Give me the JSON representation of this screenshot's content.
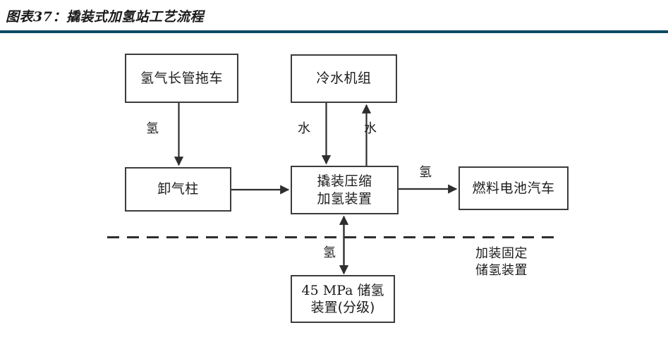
{
  "title": {
    "text": "图表37：撬装式加氢站工艺流程",
    "rule_color": "#0b4a63"
  },
  "diagram": {
    "type": "flowchart",
    "stroke_color": "#3c3c3c",
    "text_color": "#1c1c1c",
    "nodes": [
      {
        "id": "tube-trailer",
        "label": "氢气长管拖车"
      },
      {
        "id": "chiller",
        "label": "冷水机组"
      },
      {
        "id": "unloading",
        "label": "卸气柱"
      },
      {
        "id": "skid",
        "label_line1": "撬装压缩",
        "label_line2": "加氢装置"
      },
      {
        "id": "vehicle",
        "label": "燃料电池汽车"
      },
      {
        "id": "storage",
        "label_line1_num": "45 MPa ",
        "label_line1_cn": "储氢",
        "label_line2": "装置(分级)"
      }
    ],
    "edges": [
      {
        "id": "trailer-to-unloading",
        "label": "氢",
        "direction": "down"
      },
      {
        "id": "chiller-to-skid",
        "label": "水",
        "direction": "down"
      },
      {
        "id": "skid-to-chiller",
        "label": "水",
        "direction": "up"
      },
      {
        "id": "unloading-to-skid",
        "label": "",
        "direction": "right"
      },
      {
        "id": "skid-to-vehicle",
        "label": "氢",
        "direction": "right"
      },
      {
        "id": "skid-storage",
        "label": "氢",
        "direction": "bidirectional-vertical"
      }
    ],
    "divider": {
      "style": "dashed",
      "note_line1": "加装固定",
      "note_line2": "储氢装置"
    }
  }
}
